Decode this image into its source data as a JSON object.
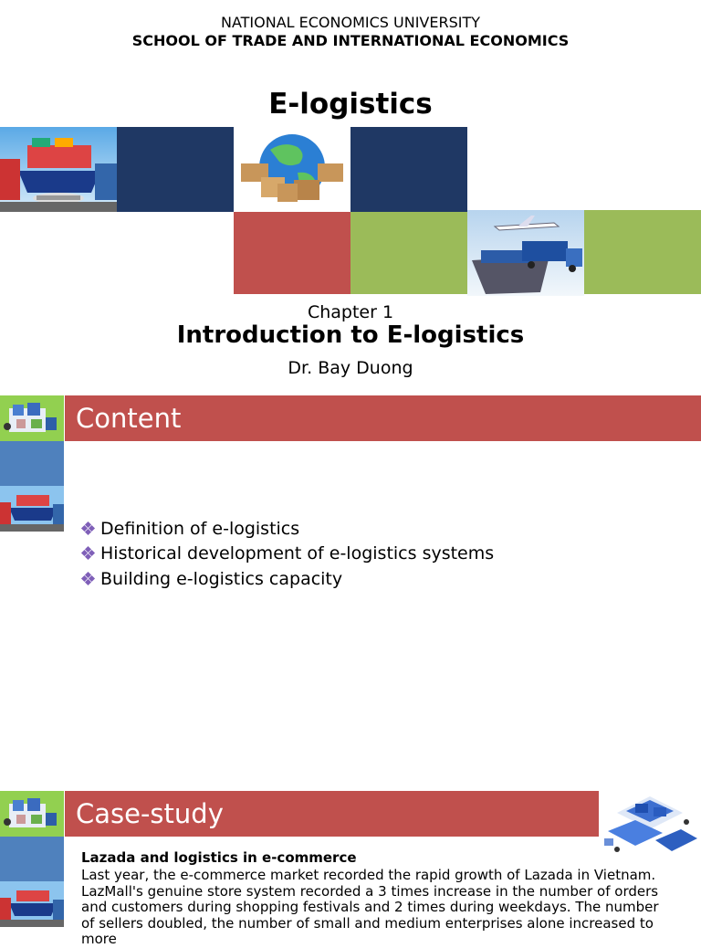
{
  "title_slide": {
    "university": "NATIONAL ECONOMICS UNIVERSITY",
    "school": "SCHOOL OF TRADE AND INTERNATIONAL ECONOMICS",
    "title": "E-logistics",
    "chapter": "Chapter 1",
    "chapter_title": "Introduction to E-logistics",
    "author": "Dr. Bay Duong"
  },
  "content_slide": {
    "heading": "Content",
    "items": [
      "Definition of e-logistics",
      "Historical development of e-logistics systems",
      "Building e-logistics capacity"
    ]
  },
  "case_slide": {
    "heading": "Case-study",
    "subtitle": "Lazada and logistics in e-commerce",
    "body": "Last year, the e-commerce market recorded the rapid growth of Lazada in Vietnam. LazMall's genuine store system recorded a 3 times increase in the number of orders and customers during shopping festivals and 2 times during weekdays. The number of sellers doubled, the number of small and medium enterprises alone increased to more"
  },
  "colors": {
    "navy": "#1f3864",
    "red": "#c0504d",
    "green": "#9bbb59",
    "bright_green": "#92d050",
    "blue": "#4f81bd",
    "bullet": "#7f5fb8"
  }
}
